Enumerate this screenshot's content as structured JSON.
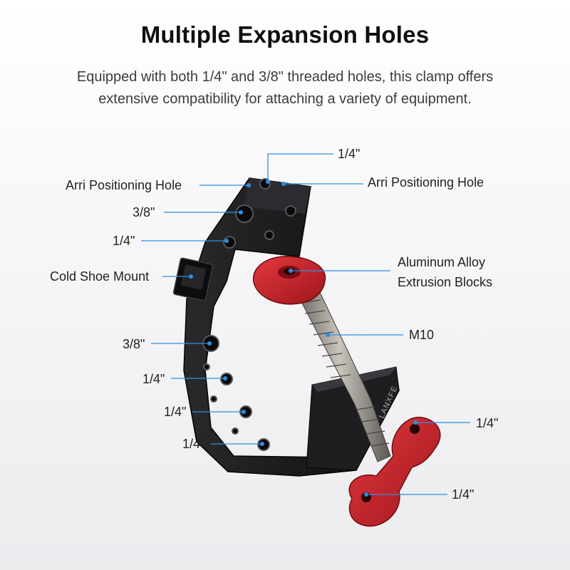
{
  "heading": "Multiple Expansion Holes",
  "description": {
    "line1": "Equipped with both 1/4\" and 3/8\" threaded holes, this clamp offers",
    "line2": "extensive compatibility for attaching a variety of equipment."
  },
  "callouts": {
    "top_quarter": "1/4\"",
    "arri_left": "Arri Positioning Hole",
    "arri_right": "Arri Positioning Hole",
    "top_three_eighths": "3/8\"",
    "upper_quarter": "1/4\"",
    "cold_shoe": "Cold Shoe Mount",
    "alu_line1": "Aluminum Alloy",
    "alu_line2": "Extrusion Blocks",
    "screw": "M10",
    "mid_three_eighths": "3/8\"",
    "lower_quarter_1": "1/4\"",
    "lower_quarter_2": "1/4\"",
    "lower_quarter_3": "1/4\"",
    "knob_quarter_1": "1/4\"",
    "knob_quarter_2": "1/4\""
  },
  "product": {
    "brand": "LANXFE"
  },
  "colors": {
    "accent_blue": "#2f8fe0",
    "body_black": "#1b1b1d",
    "knob_red": "#c8202a"
  }
}
